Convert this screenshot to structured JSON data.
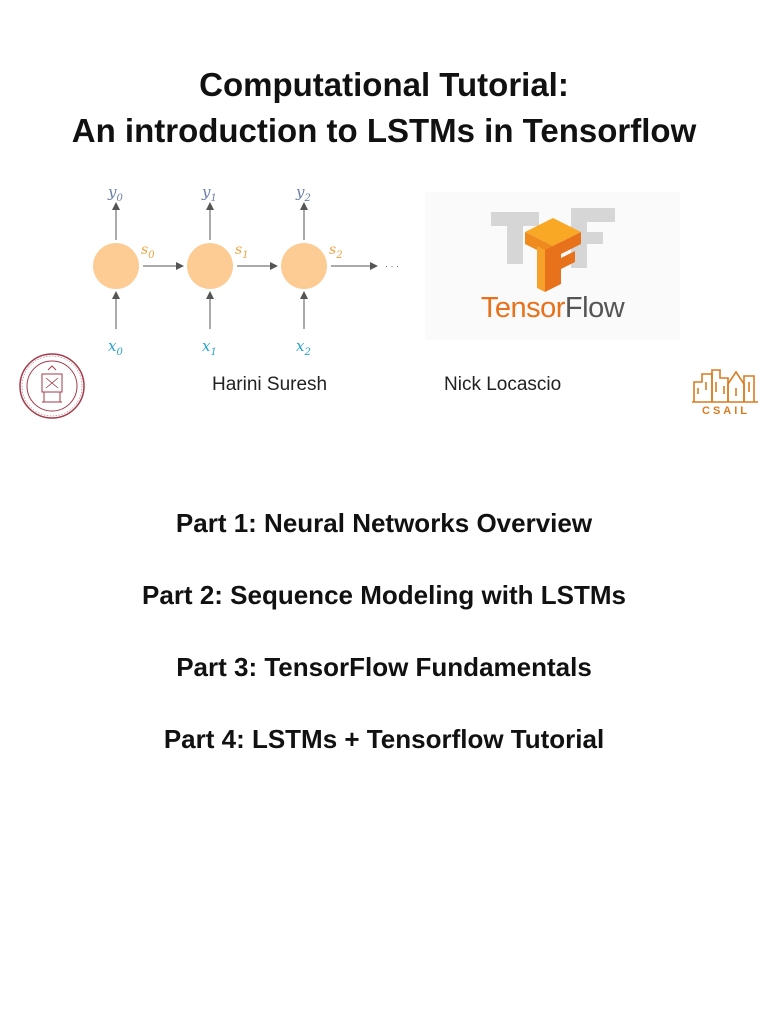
{
  "title": {
    "line1": "Computational Tutorial:",
    "line2": "An introduction to LSTMs in Tensorflow"
  },
  "diagram": {
    "outputs": [
      "y0",
      "y1",
      "y2"
    ],
    "states": [
      "s0",
      "s1",
      "s2"
    ],
    "inputs": [
      "x0",
      "x1",
      "x2"
    ],
    "ellipsis": "· · ·",
    "node_color": "#fdcb94",
    "state_label_color": "#f0a040",
    "input_label_color": "#2aa3c7",
    "output_label_color": "#6a7fa8"
  },
  "logo": {
    "tensor": "Tensor",
    "flow": "Flow",
    "accent": "#e8711c"
  },
  "authors": [
    "Harini Suresh",
    "Nick Locascio"
  ],
  "institutions": {
    "csail": "CSAIL"
  },
  "parts": [
    "Part 1: Neural Networks Overview",
    "Part 2: Sequence Modeling with LSTMs",
    "Part 3: TensorFlow Fundamentals",
    "Part 4: LSTMs + Tensorflow Tutorial"
  ]
}
